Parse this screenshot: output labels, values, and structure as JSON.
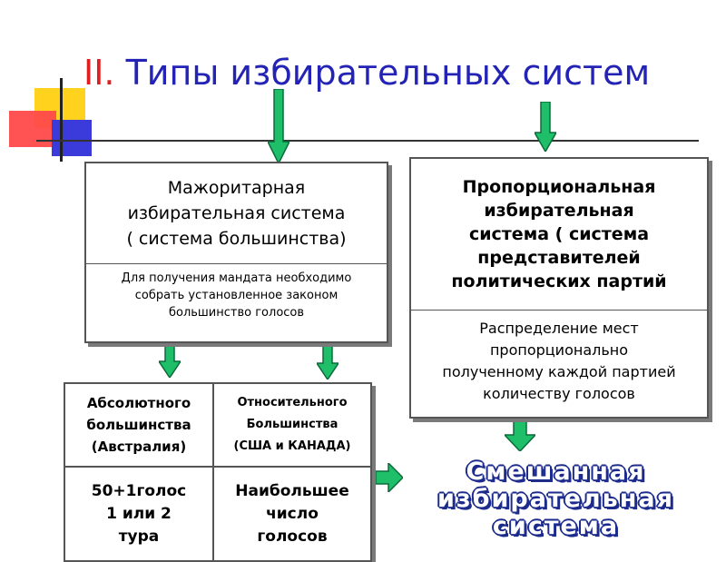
{
  "title": {
    "roman": "II.",
    "text": "Типы избирательных систем"
  },
  "majoritarian": {
    "lines": [
      "Мажоритарная",
      "избирательная система",
      "( система большинства)"
    ],
    "description": [
      "Для получения мандата необходимо",
      "собрать установленное законом",
      "большинство голосов"
    ]
  },
  "proportional": {
    "lines": [
      "Пропорциональная",
      "избирательная",
      "система ( система",
      "представителей",
      "политических партий"
    ],
    "description": [
      "Распределение мест",
      "пропорционально",
      "полученному каждой партией",
      "количеству голосов"
    ]
  },
  "majority_table": {
    "absolute": {
      "header": [
        "Абсолютного",
        "большинства",
        "(Австралия)"
      ],
      "value": [
        "50+1голос",
        "1 или 2",
        "тура"
      ]
    },
    "relative": {
      "header": [
        "Относительного",
        "Большинства",
        "(США и КАНАДА)"
      ],
      "value": [
        "Наибольшее",
        "число",
        "голосов"
      ]
    }
  },
  "mixed": {
    "lines": [
      "Смешанная",
      "избирательная",
      "система"
    ]
  },
  "colors": {
    "title": "#2323b6",
    "roman": "#e02020",
    "arrow_fill": "#1fbf6a",
    "arrow_stroke": "#0b6b3a",
    "mixed_outline": "#1c2b8c"
  }
}
